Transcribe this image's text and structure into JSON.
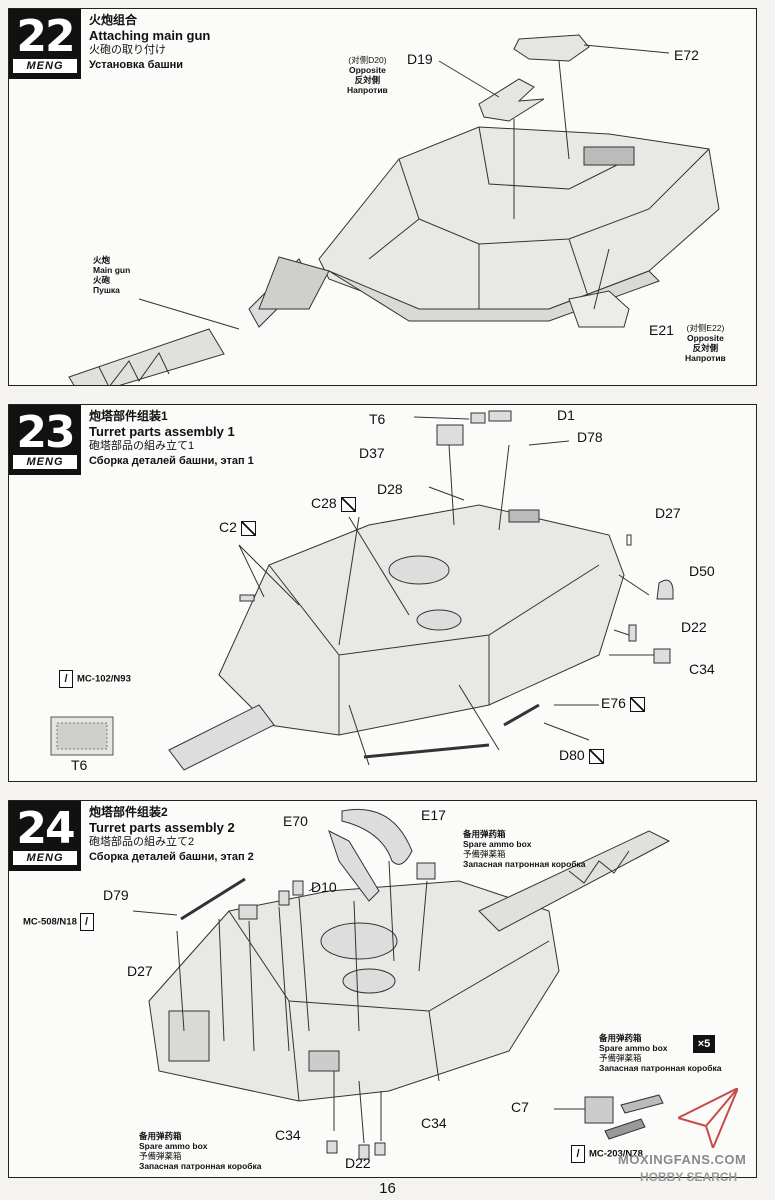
{
  "brand": "MENG",
  "page_number": "16",
  "watermark": {
    "site": "MOXINGFANS.COM",
    "search": "HOBBY SEARCH"
  },
  "steps": {
    "s22": {
      "number": "22",
      "title_cn": "火炮组合",
      "title_en": "Attaching main gun",
      "title_jp": "火砲の取り付け",
      "title_ru": "Установка башни",
      "labels": {
        "d19": "D19",
        "d19_opp": "(对侧D20)",
        "opposite_en": "Opposite",
        "opposite_jp": "反対側",
        "opposite_ru": "Напротив",
        "e72": "E72",
        "e21": "E21",
        "e21_opp": "(对侧E22)",
        "gun_cn": "火炮",
        "gun_en": "Main gun",
        "gun_jp": "火砲",
        "gun_ru": "Пушка"
      }
    },
    "s23": {
      "number": "23",
      "title_cn": "炮塔部件组装1",
      "title_en": "Turret parts assembly 1",
      "title_jp": "砲塔部品の組み立て1",
      "title_ru": "Сборка деталей башни, этап 1",
      "labels": {
        "t6": "T6",
        "d1": "D1",
        "d37": "D37",
        "d78": "D78",
        "d28": "D28",
        "c28": "C28",
        "c2": "C2",
        "d27": "D27",
        "d50": "D50",
        "d22": "D22",
        "c34": "C34",
        "e76": "E76",
        "d80": "D80",
        "paint": "MC-102/N93",
        "t6_bottom": "T6"
      }
    },
    "s24": {
      "number": "24",
      "title_cn": "炮塔部件组装2",
      "title_en": "Turret parts assembly 2",
      "title_jp": "砲塔部品の組み立て2",
      "title_ru": "Сборка деталей башни, этап 2",
      "labels": {
        "e70": "E70",
        "e17": "E17",
        "d10": "D10",
        "d79": "D79",
        "d27": "D27",
        "c34a": "C34",
        "c34b": "C34",
        "d22": "D22",
        "c7": "C7",
        "paint1": "MC-508/N18",
        "paint2": "MC-203/N78",
        "x5": "×5",
        "ammo_cn": "备用弹药箱",
        "ammo_en": "Spare ammo box",
        "ammo_jp": "予備弾薬箱",
        "ammo_ru": "Запасная патронная коробка"
      }
    }
  }
}
